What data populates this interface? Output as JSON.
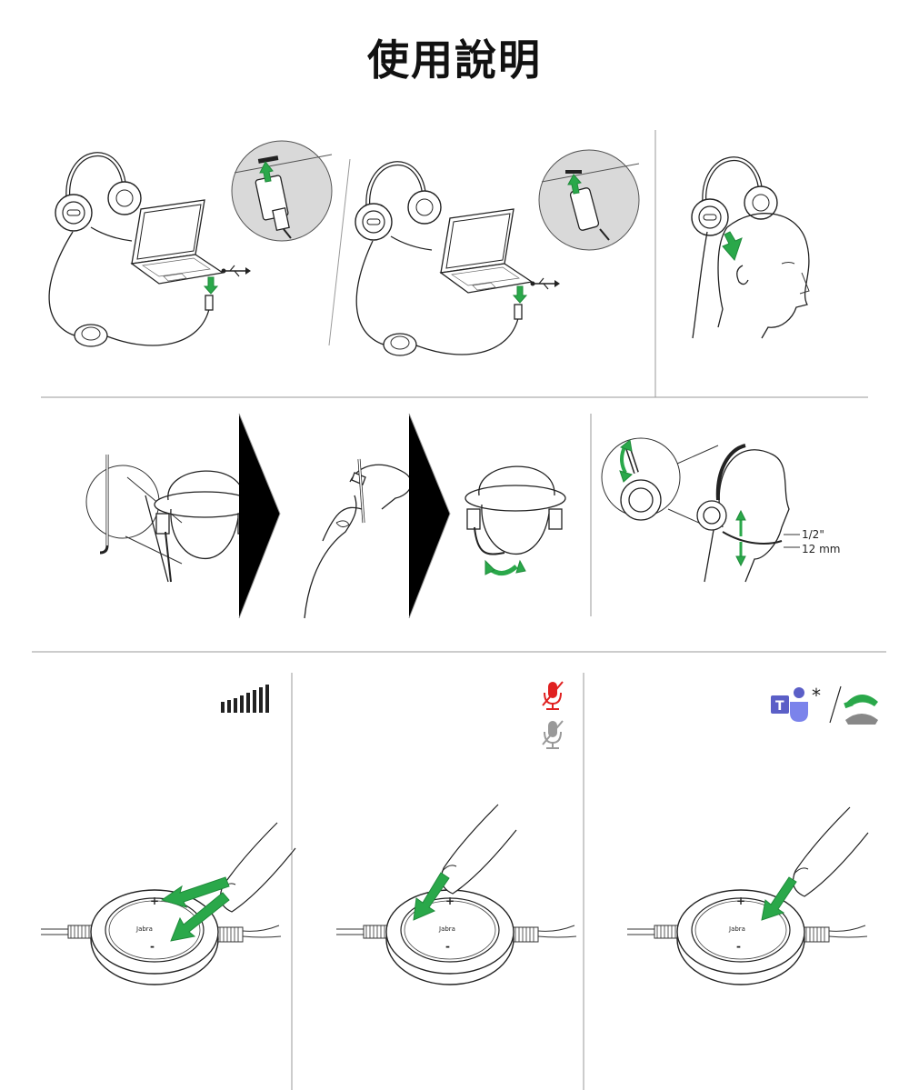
{
  "page": {
    "title": "使用說明"
  },
  "fit_panel": {
    "measure_inch": "1/2\"",
    "measure_mm": "12 mm"
  },
  "controller": {
    "brand": "Jabra",
    "plus": "+",
    "minus": "-"
  },
  "action_icons": {
    "asterisk": "*"
  },
  "colors": {
    "accent_green": "#2aa84a",
    "mute_red": "#e02020",
    "teams_purple": "#5b5fc7"
  },
  "icons": [
    "usb-icon",
    "volume-bars-icon",
    "mic-muted-icon",
    "mic-unmuted-icon",
    "teams-icon",
    "call-answer-icon",
    "call-end-icon"
  ]
}
